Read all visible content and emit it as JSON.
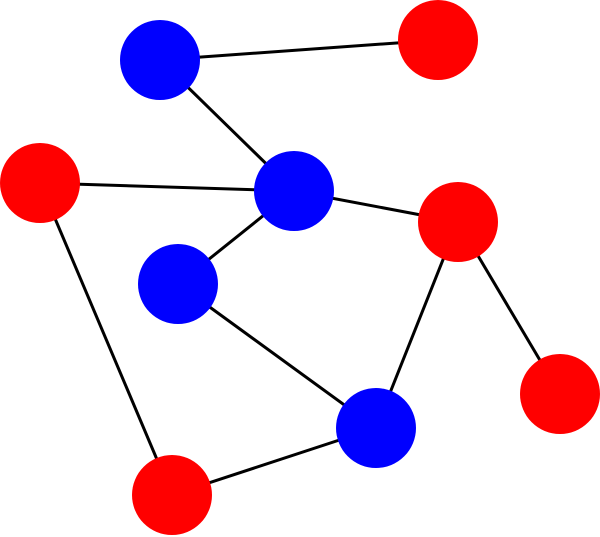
{
  "colors": {
    "red": "#ff0000",
    "blue": "#0000ff",
    "edge": "#000000",
    "background": "#ffffff"
  },
  "nodes": [
    {
      "id": "b1",
      "color": "blue"
    },
    {
      "id": "r1",
      "color": "red"
    },
    {
      "id": "r2",
      "color": "red"
    },
    {
      "id": "b2",
      "color": "blue"
    },
    {
      "id": "r3",
      "color": "red"
    },
    {
      "id": "b3",
      "color": "blue"
    },
    {
      "id": "r4",
      "color": "red"
    },
    {
      "id": "b4",
      "color": "blue"
    },
    {
      "id": "r5",
      "color": "red"
    }
  ],
  "edges": [
    [
      "b1",
      "r1"
    ],
    [
      "b1",
      "b2"
    ],
    [
      "r2",
      "b2"
    ],
    [
      "b2",
      "r3"
    ],
    [
      "b2",
      "b3"
    ],
    [
      "b3",
      "b4"
    ],
    [
      "r3",
      "b4"
    ],
    [
      "r3",
      "r4"
    ],
    [
      "r2",
      "r5"
    ],
    [
      "r5",
      "b4"
    ]
  ]
}
